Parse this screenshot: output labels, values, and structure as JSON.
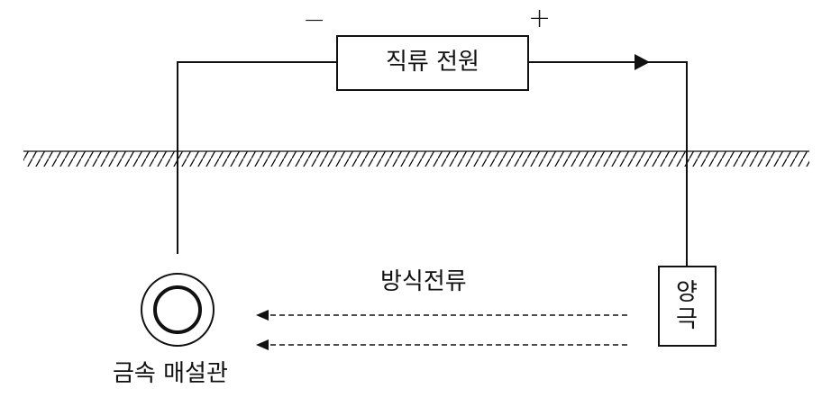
{
  "diagram": {
    "power_source_label": "직류 전원",
    "negative_sign": "−",
    "positive_sign": "+",
    "current_label": "방식전류",
    "pipe_label": "금속 매설관",
    "anode_label_line1": "양",
    "anode_label_line2": "극"
  },
  "colors": {
    "line": "#111111",
    "background": "#ffffff"
  },
  "icons": {
    "ground": "hatched-ground-line",
    "pipe": "concentric-circle-pipe-icon",
    "flow_arrow": "right-arrowhead-icon"
  }
}
